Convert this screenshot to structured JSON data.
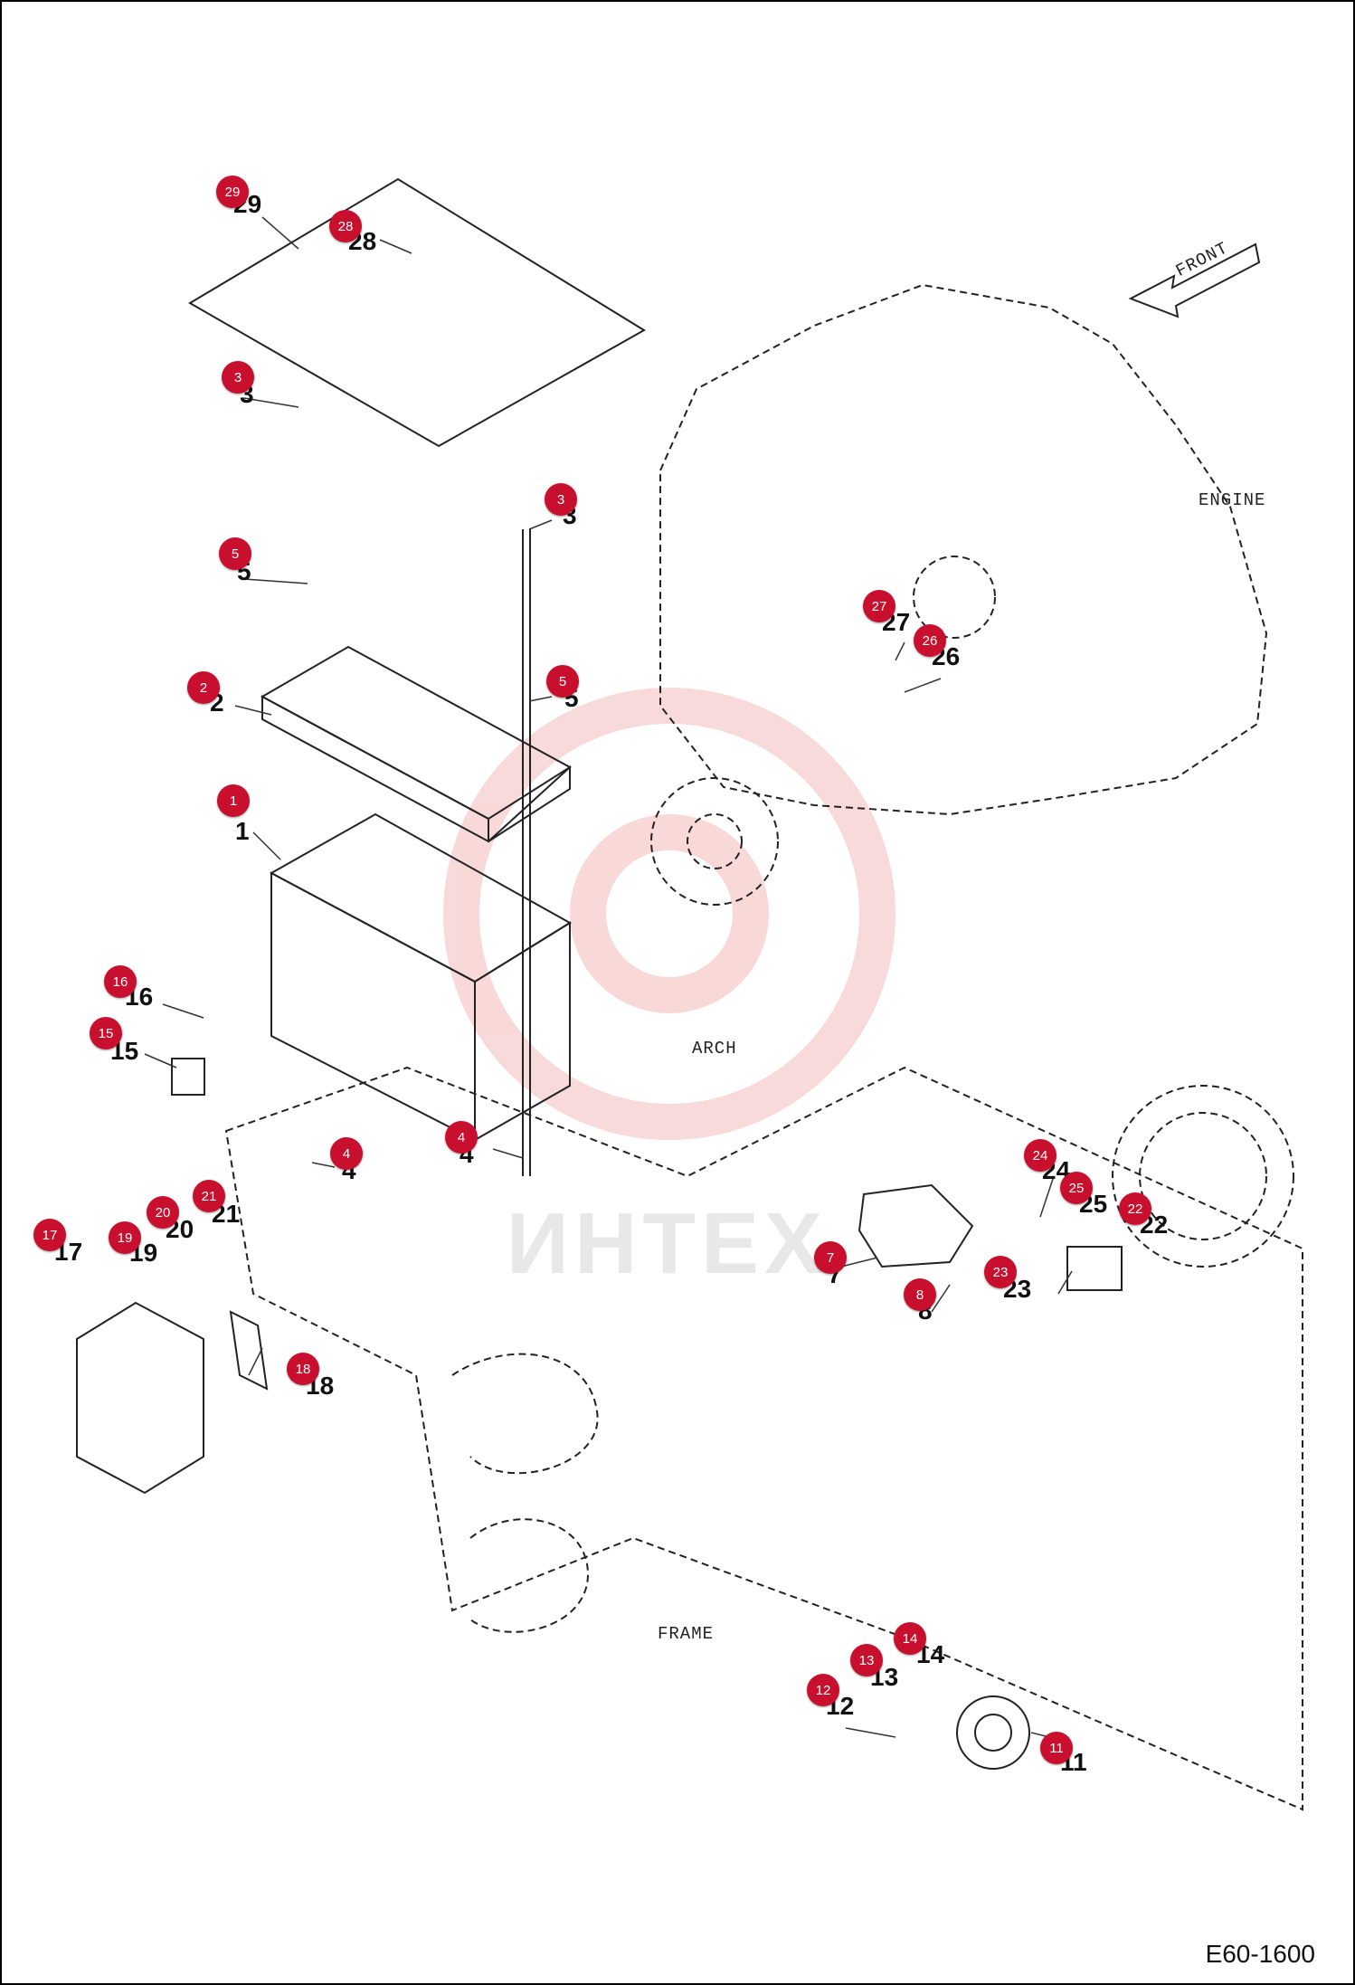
{
  "figure_code": "E60-1600",
  "watermark_text": "ИНТЕХ",
  "labels": {
    "front": "FRONT",
    "engine": "ENGINE",
    "arch": "ARCH",
    "frame": "FRAME"
  },
  "colors": {
    "callout": "#c8102e",
    "callout_text": "#ffffff",
    "line": "#222222",
    "watermark": "#e03030"
  },
  "callouts": [
    {
      "id": "29",
      "number": "29",
      "badge": "29"
    },
    {
      "id": "28",
      "number": "28",
      "badge": "28"
    },
    {
      "id": "3a",
      "number": "3",
      "badge": "3"
    },
    {
      "id": "3b",
      "number": "3",
      "badge": "3"
    },
    {
      "id": "5a",
      "number": "5",
      "badge": "5"
    },
    {
      "id": "5b",
      "number": "5",
      "badge": "5"
    },
    {
      "id": "2",
      "number": "2",
      "badge": "2"
    },
    {
      "id": "1",
      "number": "1",
      "badge": "1"
    },
    {
      "id": "16",
      "number": "16",
      "badge": "16"
    },
    {
      "id": "15",
      "number": "15",
      "badge": "15"
    },
    {
      "id": "4a",
      "number": "4",
      "badge": "4"
    },
    {
      "id": "4b",
      "number": "4",
      "badge": "4"
    },
    {
      "id": "27",
      "number": "27",
      "badge": "27"
    },
    {
      "id": "26",
      "number": "26",
      "badge": "26"
    },
    {
      "id": "21",
      "number": "21",
      "badge": "21"
    },
    {
      "id": "20",
      "number": "20",
      "badge": "20"
    },
    {
      "id": "19",
      "number": "19",
      "badge": "19"
    },
    {
      "id": "17",
      "number": "17",
      "badge": "17"
    },
    {
      "id": "18",
      "number": "18",
      "badge": "18"
    },
    {
      "id": "7",
      "number": "7",
      "badge": "7"
    },
    {
      "id": "8",
      "number": "8",
      "badge": "8"
    },
    {
      "id": "24",
      "number": "24",
      "badge": "24"
    },
    {
      "id": "25",
      "number": "25",
      "badge": "25"
    },
    {
      "id": "22",
      "number": "22",
      "badge": "22"
    },
    {
      "id": "23",
      "number": "23",
      "badge": "23"
    },
    {
      "id": "14",
      "number": "14",
      "badge": "14"
    },
    {
      "id": "13",
      "number": "13",
      "badge": "13"
    },
    {
      "id": "12",
      "number": "12",
      "badge": "12"
    },
    {
      "id": "11",
      "number": "11",
      "badge": "11"
    }
  ]
}
